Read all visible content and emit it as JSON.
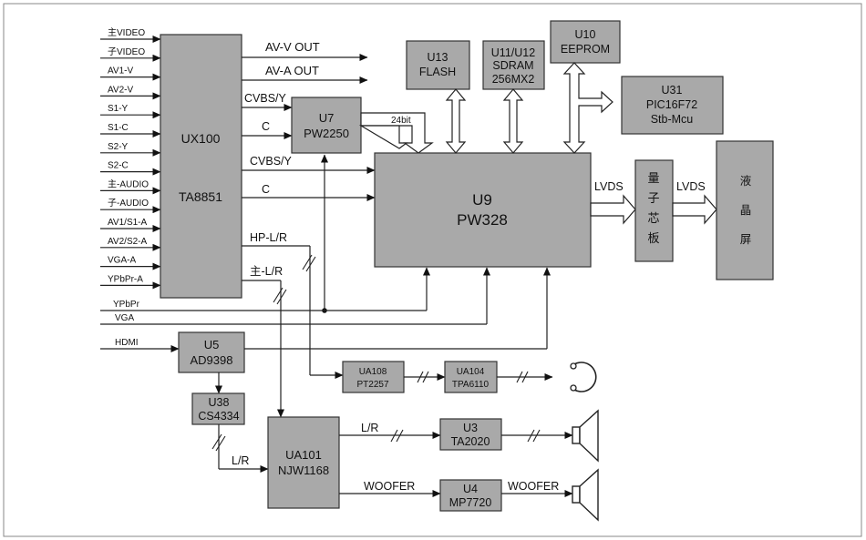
{
  "inputs": [
    "主VIDEO",
    "子VIDEO",
    "AV1-V",
    "AV2-V",
    "S1-Y",
    "S1-C",
    "S2-Y",
    "S2-C",
    "主-AUDIO",
    "子-AUDIO",
    "AV1/S1-A",
    "AV2/S2-A",
    "VGA-A",
    "YPbPr-A"
  ],
  "extra_inputs": {
    "ypbpr": "YPbPr",
    "vga": "VGA",
    "hdmi": "HDMI"
  },
  "blocks": {
    "ux100": {
      "line1": "UX100",
      "line2": "TA8851"
    },
    "u7": {
      "line1": "U7",
      "line2": "PW2250"
    },
    "u9": {
      "line1": "U9",
      "line2": "PW328"
    },
    "u13": {
      "line1": "U13",
      "line2": "FLASH"
    },
    "u11": {
      "line1": "U11/U12",
      "line2": "SDRAM",
      "line3": "256MX2"
    },
    "u10": {
      "line1": "U10",
      "line2": "EEPROM"
    },
    "u31": {
      "line1": "U31",
      "line2": "PIC16F72",
      "line3": "Stb-Mcu"
    },
    "panel_board": {
      "c1": "量",
      "c2": "子",
      "c3": "芯",
      "c4": "板"
    },
    "lcd": {
      "c1": "液",
      "c2": "晶",
      "c3": "屏"
    },
    "u5": {
      "line1": "U5",
      "line2": "AD9398"
    },
    "u38": {
      "line1": "U38",
      "line2": "CS4334"
    },
    "ua101": {
      "line1": "UA101",
      "line2": "NJW1168"
    },
    "ua108": {
      "line1": "UA108",
      "line2": "PT2257"
    },
    "ua104": {
      "line1": "UA104",
      "line2": "TPA6110"
    },
    "u3": {
      "line1": "U3",
      "line2": "TA2020"
    },
    "u4": {
      "line1": "U4",
      "line2": "MP7720"
    }
  },
  "signals": {
    "av_v_out": "AV-V  OUT",
    "av_a_out": "AV-A  OUT",
    "cvbs_y_1": "CVBS/Y",
    "c_1": "C",
    "cvbs_y_2": "CVBS/Y",
    "c_2": "C",
    "bit24": "24bit",
    "hp_lr": "HP-L/R",
    "main_lr": "主-L/R",
    "lvds_1": "LVDS",
    "lvds_2": "LVDS",
    "lr_u38": "L/R",
    "lr_amp": "L/R",
    "woofer_1": "WOOFER",
    "woofer_2": "WOOFER"
  },
  "icons": [
    "headphone-icon",
    "speaker-icon",
    "woofer-speaker-icon"
  ]
}
